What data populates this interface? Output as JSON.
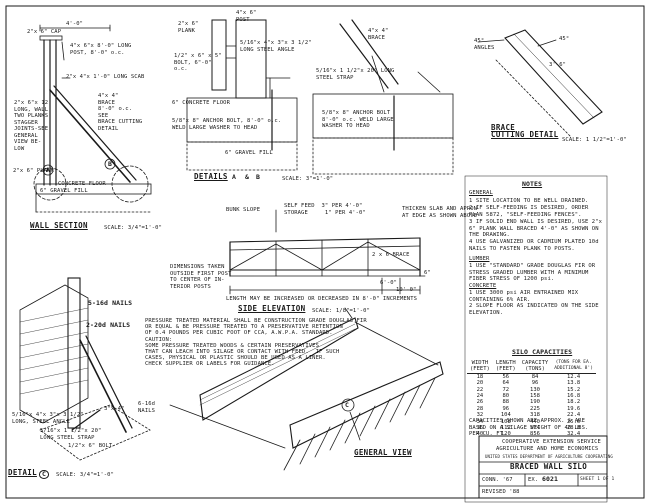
{
  "wall_section": {
    "title": "WALL SECTION",
    "scale": "SCALE: 3/4\"=1'-0\"",
    "labels": [
      "4'-0\"",
      "2\"x 6\" CAP",
      "4\"x 6\"x 8'-0\" LONG\nPOST, 8'-0\" o.c.",
      "2\"x 4\"x 1'-0\" LONG SCAB",
      "2\"x 6\"x 12'\nLONG, WALL\nTWO PLANKS\nSTAGGER\nJOINTS-SEE\nGENERAL\nVIEW BE-\nLOW",
      "4\"x 4\"\nBRACE\n8'-0\" o.c.\nSEE\nBRACE CUTTING\nDETAIL",
      "2\"x 6\" PLANK",
      "6\" GRAVEL FILL",
      "CONCRETE FLOOR"
    ]
  },
  "details_ab": {
    "title": "DETAILS",
    "letter_a": "A",
    "joiner": "&",
    "letter_b": "B",
    "scale": "SCALE: 3\"=1'-0\"",
    "labels": [
      "2\"x 6\"\nPLANK",
      "4\"x 6\"\nPOST",
      "5/16\"x 4\"x 3\"x 3 1/2\"\nLONG STEEL ANGLE",
      "1/2\" x 6\" x 5\"\nBOLT, 6\"-0\"\no.c.",
      "6\" CONCRETE FLOOR",
      "5/8\"x 8\" ANCHOR BOLT, 8'-0\" o.c.\nWELD LARGE WASHER TO HEAD",
      "6\" GRAVEL FILL",
      "4\"x 4\"\nBRACE",
      "5/16\"x 1 1/2\"x 20\" LONG\nSTEEL STRAP",
      "5/8\"x 8\" ANCHOR BOLT\n8'-0\" o.c. WELD LARGE\nWASHER TO HEAD"
    ]
  },
  "brace_detail": {
    "title": "BRACE\nCUTTING DETAIL",
    "scale": "SCALE: 1 1/2\"=1'-0\"",
    "labels": [
      "45°\nANGLES",
      "3'-6\"",
      "45°"
    ]
  },
  "notes": {
    "title": "NOTES",
    "general_heading": "GENERAL",
    "general": [
      "1  SITE LOCATION TO BE WELL DRAINED.",
      "2  IF SELF-FEEDING IS DESIRED, ORDER PLAN 5872, \"SELF-FEEDING FENCES\".",
      "3  IF SOLID END WALL IS DESIRED, USE 2\"x 6\" PLANK WALL BRACED 4'-0\" AS SHOWN ON THE DRAWING.",
      "4  USE GALVANIZED OR CADMIUM PLATED 10d NAILS TO FASTEN PLANK TO POSTS."
    ],
    "lumber_heading": "LUMBER",
    "lumber": [
      "1  USE \"STANDARD\" GRADE DOUGLAS FIR OR STRESS GRADED LUMBER WITH A MINIMUM FIBER STRESS OF 1200 psi."
    ],
    "concrete_heading": "CONCRETE",
    "concrete": [
      "1  USE 3000 psi AIR ENTRAINED MIX CONTAINING 6% AIR.",
      "2  SLOPE FLOOR AS INDICATED ON THE SIDE ELEVATION."
    ]
  },
  "side_elevation": {
    "title": "SIDE ELEVATION",
    "scale": "SCALE: 1/8\"=1'-0\"",
    "labels": [
      "BUNK SLOPE",
      "SELF FEED  3\" PER 4'-0\"",
      "STORAGE     1\" PER 4'-0\"",
      "THICKEN SLAB AND APRON\nAT EDGE AS SHOWN ABOVE",
      "2 x 6 BRACE",
      "6\"",
      "6'-0\"",
      "10'-0\"",
      "DIMENSIONS TAKEN\nOUTSIDE FIRST POST\nTO CENTER OF IN-\nTERIOR POSTS",
      "LENGTH MAY BE INCREASED OR DECREASED IN 8'-0\" INCREMENTS"
    ],
    "caution": [
      "PRESSURE TREATED MATERIAL SHALL BE CONSTRUCTION GRADE DOUGLAS FIR",
      "OR EQUAL & BE PRESSURE TREATED TO A PRESERVATIVE RETENTION",
      "OF 0.4 POUNDS PER CUBIC FOOT OF CCA, A.W.P.A. STANDARD.",
      "CAUTION:",
      "SOME PRESSURE TREATED WOODS & CERTAIN PRESERVATIVES",
      "THAT CAN LEACH INTO SILAGE OR CONTACT WITH FEED.  IF SUCH",
      "CASES, PHYSICAL OR PLASTIC SHOULD BE USED AS A LINER.",
      "CHECK SUPPLIER OR LABELS FOR GUIDANCE."
    ]
  },
  "detail_c": {
    "title": "DETAIL",
    "letter": "C",
    "scale": "SCALE: 3/4\"=1'-0\"",
    "labels": [
      "5-16d NAILS",
      "2-20d NAILS",
      "5/16\"x 4\"x 3\"x 3 1/2\"\nLONG, STEEL ANGLE",
      "5/16\"x 1 1/2\"x 20\"\nLONG STEEL STRAP",
      "1/2\"x 6\" BOLT",
      "3\"x 4\"",
      "6-16d\nNAILS"
    ]
  },
  "general_view": {
    "title": "GENERAL VIEW",
    "marker": "C"
  },
  "silo_capacities": {
    "title": "SILO CAPACITIES",
    "headers": [
      "WIDTH\n(FEET)",
      "LENGTH\n(FEET)",
      "CAPACITY\n(TONS)",
      "(TONS FOR EA.\nADDITIONAL 8')"
    ],
    "rows": [
      [
        "18",
        "56",
        "84",
        "12.4"
      ],
      [
        "20",
        "64",
        "96",
        "13.8"
      ],
      [
        "22",
        "72",
        "130",
        "15.2"
      ],
      [
        "24",
        "80",
        "158",
        "16.8"
      ],
      [
        "26",
        "88",
        "190",
        "18.2"
      ],
      [
        "28",
        "96",
        "225",
        "19.6"
      ],
      [
        "32",
        "104",
        "318",
        "22.4"
      ],
      [
        "34",
        "108",
        "440",
        "25.6"
      ],
      [
        "36",
        "112",
        "574",
        "28.8"
      ],
      [
        "40",
        "120",
        "856",
        "32.4"
      ]
    ],
    "footnote": "CAPACITIES SHOWN ARE APPROX. & ARE\nBASED ON A SILAGE WEIGHT OF 40 LBS.\nPER CU. FT."
  },
  "title_block": {
    "agency_line1": "COOPERATIVE EXTENSION SERVICE",
    "agency_line2": "AGRICULTURE AND HOME ECONOMICS",
    "agency_line3": "UNITED STATES DEPARTMENT OF AGRICULTURE COOPERATING",
    "drawing_title": "BRACED WALL SILO",
    "conn": "CONN. '67",
    "ex_label": "EX.",
    "ex_number": "6021",
    "sheet": "SHEET 1 OF 1",
    "revised": "REVISED '88"
  }
}
